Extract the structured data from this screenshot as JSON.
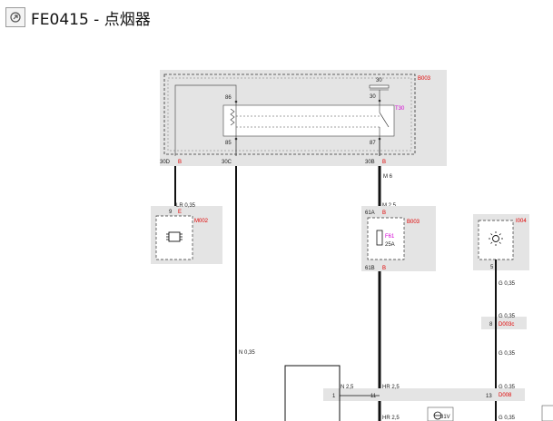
{
  "header": {
    "title": "FE0415 - 点烟器",
    "icon": "diagram-icon"
  },
  "colors": {
    "connector_red": "#e00000",
    "component_magenta": "#d400d4",
    "panel_grey": "#e4e4e4",
    "wire": "#111111"
  },
  "b003_panel": {
    "label": "B003",
    "relay": "T30",
    "pin_30_top": "30",
    "pin_30": "30",
    "pin_86": "86",
    "pin_85": "85",
    "pin_87": "87",
    "conn_30d": "30D",
    "conn_30d_b": "B",
    "conn_30c": "30C",
    "conn_30b": "30B",
    "conn_30b_b": "B"
  },
  "m002": {
    "label": "M002",
    "pin": "9",
    "pin_e": "E",
    "wire": "LR 0,35"
  },
  "fuse": {
    "label": "B003",
    "fuse_id": "F61",
    "rating": "25A",
    "conn_top": "61A",
    "conn_top_b": "B",
    "conn_bottom": "61B",
    "conn_bottom_b": "B",
    "wire_top": "M 2,5",
    "wire_m6": "M 6"
  },
  "i004": {
    "label": "I004",
    "pin": "5"
  },
  "wires": {
    "n035": "N 0,35",
    "g035_a": "G 0,35",
    "g035_b": "G 0,35",
    "g035_c": "G 0,35",
    "g035_d": "G 0,35",
    "g035_e": "G 0,35",
    "n25": "N 2,5",
    "hr25_a": "HR 2,5",
    "hr25_b": "HR 2,5"
  },
  "connectors": {
    "d003c": "D003c",
    "d003c_pin": "8",
    "d008": "D008",
    "d008_pin": "13",
    "bus_pin_1": "1",
    "bus_pin_11": "11",
    "ground_label": "31V"
  }
}
